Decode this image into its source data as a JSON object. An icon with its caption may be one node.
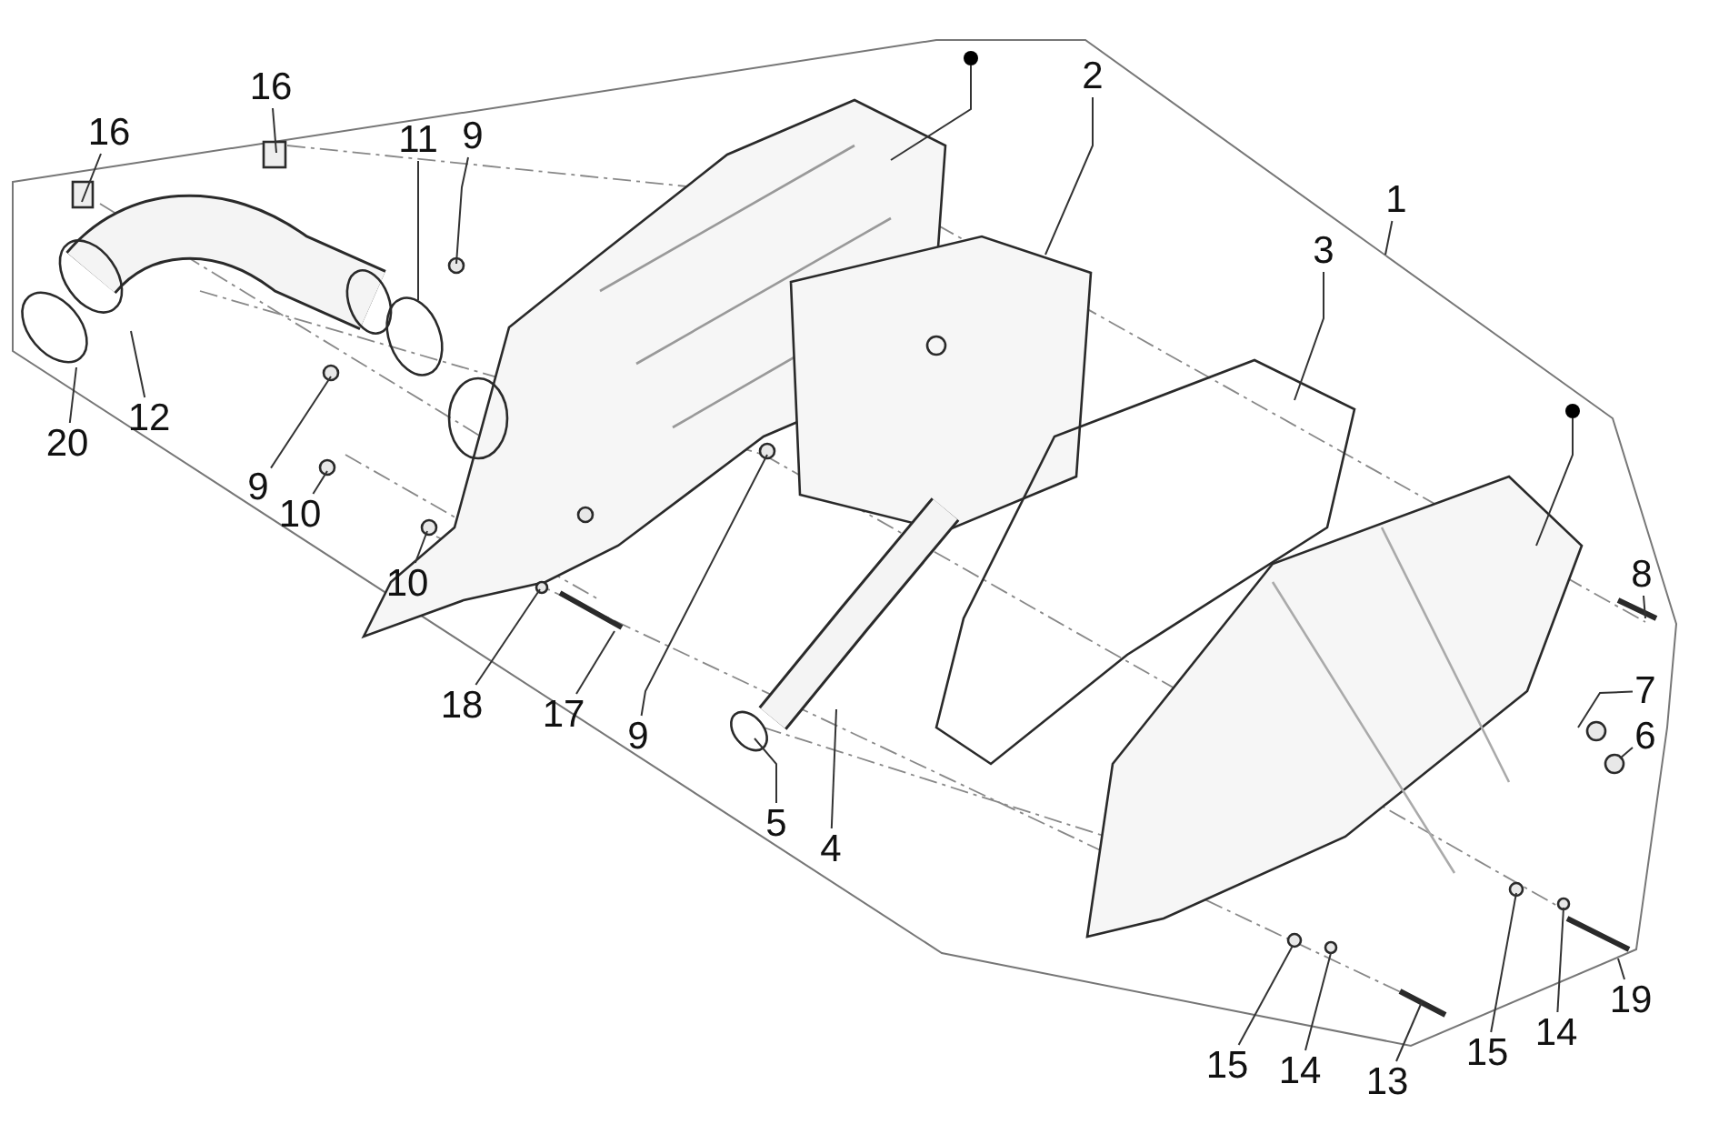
{
  "diagram": {
    "nodes": [
      {
        "text": [
          "16"
        ]
      },
      {
        "text": [
          "16"
        ]
      },
      {
        "text": [
          "11"
        ]
      },
      {
        "text": [
          "9"
        ]
      },
      {
        "text": [],
        "shape": "circle"
      },
      {
        "text": [
          "2"
        ]
      },
      {
        "text": [
          "1"
        ]
      },
      {
        "text": [
          "3"
        ]
      },
      {
        "text": [],
        "shape": "circle"
      },
      {
        "text": [
          "8"
        ]
      },
      {
        "text": [
          "20"
        ]
      },
      {
        "text": [
          "12"
        ]
      },
      {
        "text": [
          "9"
        ]
      },
      {
        "text": [
          "10"
        ]
      },
      {
        "text": [
          "7"
        ]
      },
      {
        "text": [
          "6"
        ]
      },
      {
        "text": [
          "10"
        ]
      },
      {
        "text": [
          "18"
        ]
      },
      {
        "text": [
          "17"
        ]
      },
      {
        "text": [
          "9"
        ]
      },
      {
        "text": [
          "5"
        ]
      },
      {
        "text": [
          "4"
        ]
      },
      {
        "text": [
          "15"
        ]
      },
      {
        "text": [
          "14"
        ]
      },
      {
        "text": [
          "13"
        ]
      },
      {
        "text": [
          "15"
        ]
      },
      {
        "text": [
          "14"
        ]
      },
      {
        "text": [
          "19"
        ]
      }
    ],
    "edges": [
      {
        "from": 0,
        "to": null,
        "arrow": "none"
      },
      {
        "from": 1,
        "to": null,
        "arrow": "none"
      },
      {
        "from": 2,
        "to": null,
        "arrow": "none"
      },
      {
        "from": 3,
        "to": null,
        "arrow": "none"
      },
      {
        "from": 4,
        "to": null,
        "arrow": "none"
      },
      {
        "from": 5,
        "to": null,
        "arrow": "none"
      },
      {
        "from": 6,
        "to": null,
        "arrow": "none"
      },
      {
        "from": 7,
        "to": null,
        "arrow": "none"
      },
      {
        "from": 8,
        "to": null,
        "arrow": "none"
      },
      {
        "from": 9,
        "to": null,
        "arrow": "none"
      },
      {
        "from": 10,
        "to": null,
        "arrow": "none"
      },
      {
        "from": 11,
        "to": null,
        "arrow": "none"
      },
      {
        "from": 12,
        "to": null,
        "arrow": "none"
      },
      {
        "from": 13,
        "to": null,
        "arrow": "none"
      },
      {
        "from": 14,
        "to": null,
        "arrow": "none"
      },
      {
        "from": 15,
        "to": null,
        "arrow": "none"
      },
      {
        "from": 16,
        "to": null,
        "arrow": "none"
      },
      {
        "from": 17,
        "to": null,
        "arrow": "none"
      },
      {
        "from": 18,
        "to": null,
        "arrow": "none"
      },
      {
        "from": 19,
        "to": null,
        "arrow": "none"
      },
      {
        "from": 20,
        "to": null,
        "arrow": "none"
      },
      {
        "from": 21,
        "to": null,
        "arrow": "none"
      },
      {
        "from": 22,
        "to": null,
        "arrow": "none"
      },
      {
        "from": 23,
        "to": null,
        "arrow": "none"
      },
      {
        "from": 24,
        "to": null,
        "arrow": "none"
      },
      {
        "from": 25,
        "to": null,
        "arrow": "none"
      },
      {
        "from": 26,
        "to": null,
        "arrow": "none"
      },
      {
        "from": 27,
        "to": null,
        "arrow": "none"
      }
    ]
  }
}
